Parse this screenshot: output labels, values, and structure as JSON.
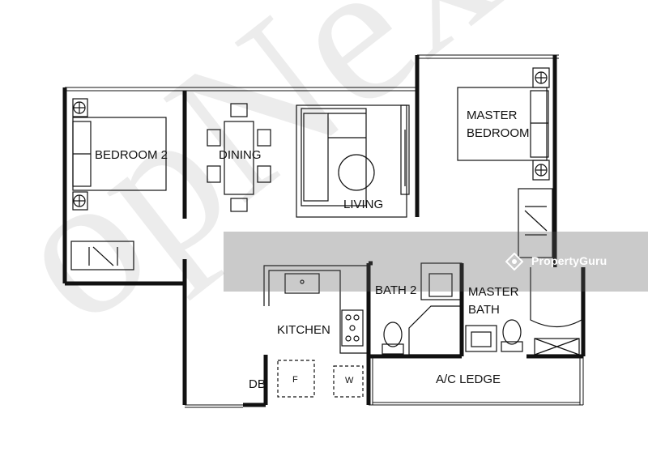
{
  "rooms": {
    "bedroom2": "BEDROOM 2",
    "dining": "DINING",
    "living": "LIVING",
    "master_bedroom": "MASTER\nBEDROOM",
    "bath2": "BATH 2",
    "master_bath": "MASTER\nBATH",
    "kitchen": "KITCHEN",
    "ac_ledge": "A/C LEDGE",
    "db": "DB"
  },
  "appliances": {
    "fridge": "F",
    "washer": "W"
  },
  "watermark": {
    "brand": "PropertyGuru",
    "diagonal": "opNex",
    "icon": "propertyguru-logo-icon"
  },
  "colors": {
    "wall": "#111111",
    "band": "#5a5a5a"
  }
}
